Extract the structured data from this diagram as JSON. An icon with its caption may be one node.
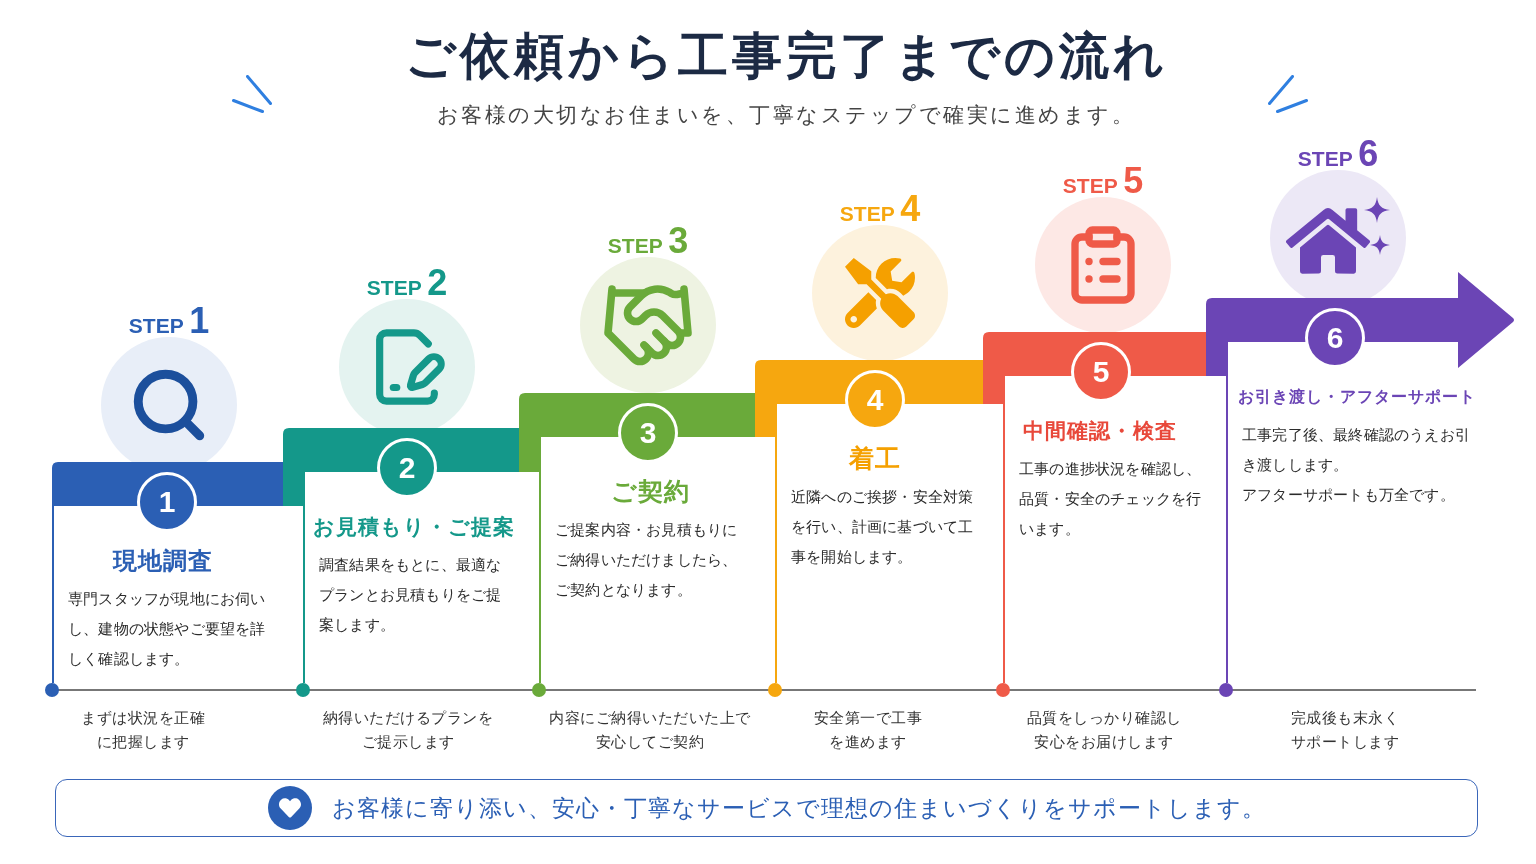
{
  "diagram": {
    "title": "ご依頼から工事完了までの流れ",
    "nodes": [
      {
        "text": [
          "現地調査",
          "専門スタッフが現地にお伺いし、建物の状態やご要望を詳しく確認します。"
        ],
        "beside": [
          "STEP 1"
        ]
      },
      {
        "text": [
          "1"
        ],
        "in": 0
      },
      {
        "text": [
          "お見積もり・ご提案",
          "調査結果をもとに、最適なプランとお見積もりをご提案します。"
        ],
        "beside": [
          "STEP 2"
        ]
      },
      {
        "text": [
          "2"
        ],
        "in": 2
      },
      {
        "text": [
          "ご契約",
          "ご提案内容・お見積もりにご納得いただけましたら、ご契約となります。"
        ],
        "beside": [
          "STEP 3"
        ]
      },
      {
        "text": [
          "3"
        ],
        "in": 4
      },
      {
        "text": [
          "着工",
          "近隣へのご挨拶・安全対策を行い、計画に基づいて工事を開始します。"
        ],
        "beside": [
          "STEP 4"
        ]
      },
      {
        "text": [
          "4"
        ],
        "in": 6
      },
      {
        "text": [
          "中間確認・検査",
          "工事の進捗状況を確認し、品質・安全のチェックを行います。"
        ],
        "beside": [
          "STEP 5"
        ]
      },
      {
        "text": [
          "5"
        ],
        "in": 8
      },
      {
        "text": [
          "お引き渡し・アフターサポート",
          "工事完了後、最終確認のうえお引き渡しします。",
          "アフターサポートも万全です。"
        ],
        "beside": [
          "STEP 6"
        ]
      },
      {
        "text": [
          "6"
        ],
        "in": 10
      },
      {
        "text": [
          "お客様に寄り添い、安心・丁寧なサービスで理想の住まいづくりをサポートします。"
        ]
      }
    ],
    "labels": [
      "お客様の大切なお住まいを、丁寧なステップで確実に進めます。",
      "まずは状況を正確に把握します",
      "納得いただけるプランをご提示します",
      "内容にご納得いただいた上で安心してご契約",
      "安全第一で工事を進めます",
      "品質をしっかり確認し安心をお届けします",
      "完成後も末永くサポートします"
    ]
  }
}
